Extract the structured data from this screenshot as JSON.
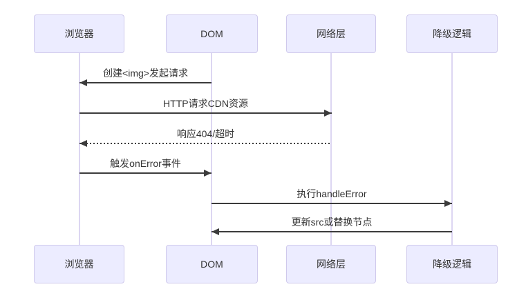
{
  "diagram": {
    "type": "sequence-diagram",
    "background_color": "#FFFFFF",
    "actor_fill_color": "#ECECFF",
    "actor_border_color": "#CFC9EC",
    "lifeline_color": "#DCD6F2",
    "arrow_color": "#3b3b3b",
    "text_color": "#333333",
    "actors": [
      {
        "label": "浏览器"
      },
      {
        "label": "DOM"
      },
      {
        "label": "网络层"
      },
      {
        "label": "降级逻辑"
      }
    ],
    "messages": [
      {
        "label": "创建<img>发起请求",
        "from": "DOM",
        "to": "浏览器",
        "line": "solid",
        "direction": "left"
      },
      {
        "label": "HTTP请求CDN资源",
        "from": "浏览器",
        "to": "网络层",
        "line": "solid",
        "direction": "right"
      },
      {
        "label": "响应404/超时",
        "from": "网络层",
        "to": "浏览器",
        "line": "dashed",
        "direction": "left"
      },
      {
        "label": "触发onError事件",
        "from": "浏览器",
        "to": "DOM",
        "line": "solid",
        "direction": "right"
      },
      {
        "label": "执行handleError",
        "from": "DOM",
        "to": "降级逻辑",
        "line": "solid",
        "direction": "right"
      },
      {
        "label": "更新src或替换节点",
        "from": "降级逻辑",
        "to": "DOM",
        "line": "solid",
        "direction": "left"
      }
    ]
  }
}
